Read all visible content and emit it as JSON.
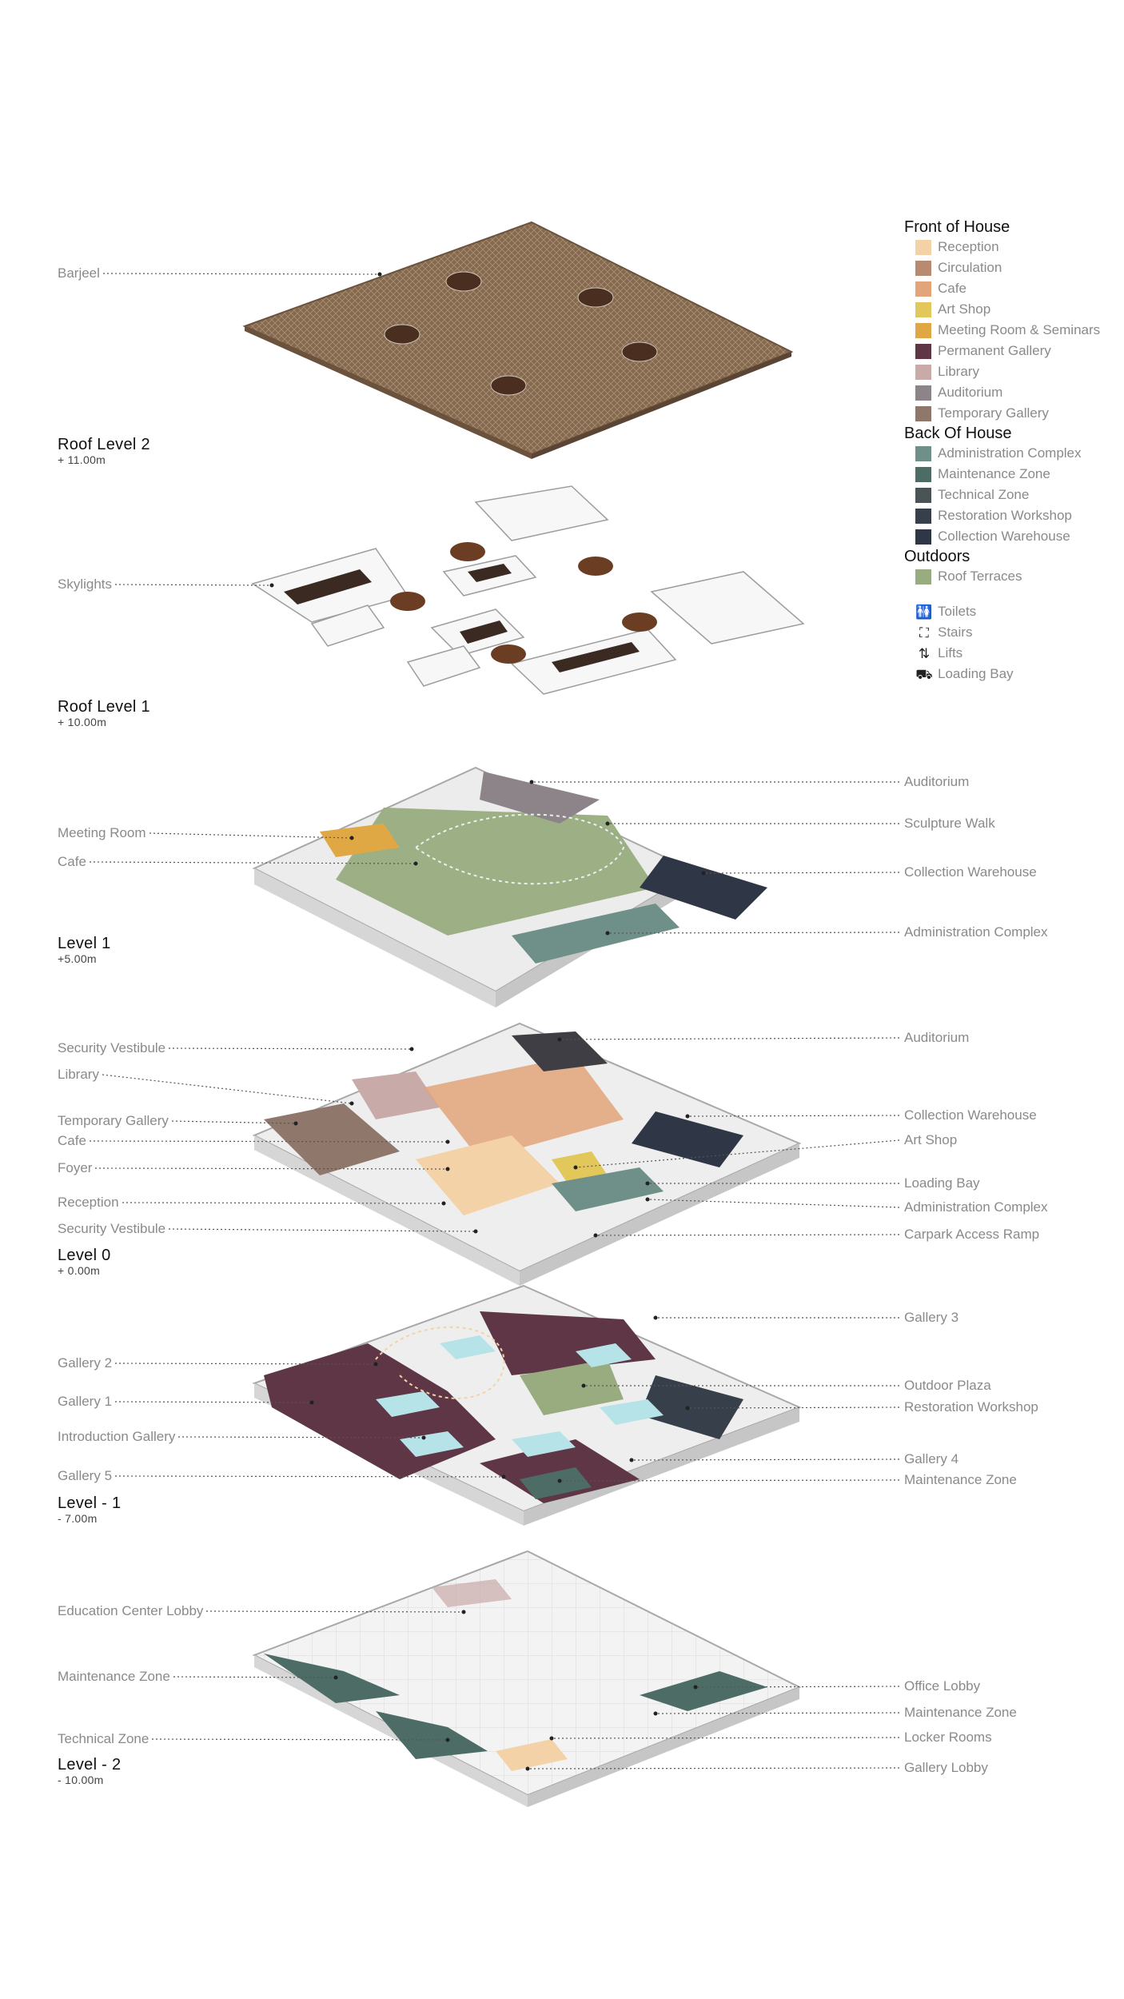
{
  "levels": [
    {
      "title": "Roof Level 2",
      "elevation": "+ 11.00m"
    },
    {
      "title": "Roof Level 1",
      "elevation": "+ 10.00m"
    },
    {
      "title": "Level 1",
      "elevation": "+5.00m"
    },
    {
      "title": "Level 0",
      "elevation": "+ 0.00m"
    },
    {
      "title": "Level - 1",
      "elevation": "- 7.00m"
    },
    {
      "title": "Level - 2",
      "elevation": "- 10.00m"
    }
  ],
  "labels": {
    "roof2": {
      "left": [
        "Barjeel"
      ]
    },
    "roof1": {
      "left": [
        "Skylights"
      ]
    },
    "level1": {
      "left": [
        "Meeting Room",
        "Cafe"
      ],
      "right": [
        "Auditorium",
        "Sculpture Walk",
        "Collection Warehouse",
        "Administration Complex"
      ]
    },
    "level0": {
      "left": [
        "Security Vestibule",
        "Library",
        "Temporary Gallery",
        "Cafe",
        "Foyer",
        "Reception",
        "Security Vestibule"
      ],
      "right": [
        "Auditorium",
        "Collection Warehouse",
        "Art Shop",
        "Loading Bay",
        "Administration Complex",
        "Carpark Access Ramp"
      ]
    },
    "levelm1": {
      "left": [
        "Gallery 2",
        "Gallery 1",
        "Introduction Gallery",
        "Gallery 5"
      ],
      "right": [
        "Gallery 3",
        "Outdoor Plaza",
        "Restoration Workshop",
        "Gallery 4",
        "Maintenance Zone"
      ]
    },
    "levelm2": {
      "left": [
        "Education Center Lobby",
        "Maintenance Zone",
        "Technical Zone"
      ],
      "right": [
        "Office Lobby",
        "Maintenance Zone",
        "Locker Rooms",
        "Gallery Lobby"
      ]
    }
  },
  "legend": {
    "groups": [
      {
        "title": "Front of House",
        "items": [
          {
            "label": "Reception",
            "color": "#f3d2a8"
          },
          {
            "label": "Circulation",
            "color": "#b98a72"
          },
          {
            "label": "Cafe",
            "color": "#e2a57a"
          },
          {
            "label": "Art Shop",
            "color": "#e2c85a"
          },
          {
            "label": "Meeting Room & Seminars",
            "color": "#e0a845"
          },
          {
            "label": "Permanent Gallery",
            "color": "#5e3645"
          },
          {
            "label": "Library",
            "color": "#c8aaa8"
          },
          {
            "label": "Auditorium",
            "color": "#8c8489"
          },
          {
            "label": "Temporary Gallery",
            "color": "#8f776c"
          }
        ]
      },
      {
        "title": "Back Of House",
        "items": [
          {
            "label": "Administration Complex",
            "color": "#6f9088"
          },
          {
            "label": "Maintenance Zone",
            "color": "#4d6c66"
          },
          {
            "label": "Technical Zone",
            "color": "#4a5457"
          },
          {
            "label": "Restoration Workshop",
            "color": "#363f4a"
          },
          {
            "label": "Collection Warehouse",
            "color": "#2f3646"
          }
        ]
      },
      {
        "title": "Outdoors",
        "items": [
          {
            "label": "Roof Terraces",
            "color": "#98ac80"
          }
        ]
      }
    ],
    "symbols": [
      {
        "label": "Toilets",
        "icon": "toilets-icon",
        "glyph": "🚻"
      },
      {
        "label": "Stairs",
        "icon": "stairs-icon",
        "glyph": "⛶"
      },
      {
        "label": "Lifts",
        "icon": "lift-icon",
        "glyph": "⇅"
      },
      {
        "label": "Loading Bay",
        "icon": "loading-bay-icon",
        "glyph": "⛟"
      }
    ]
  }
}
